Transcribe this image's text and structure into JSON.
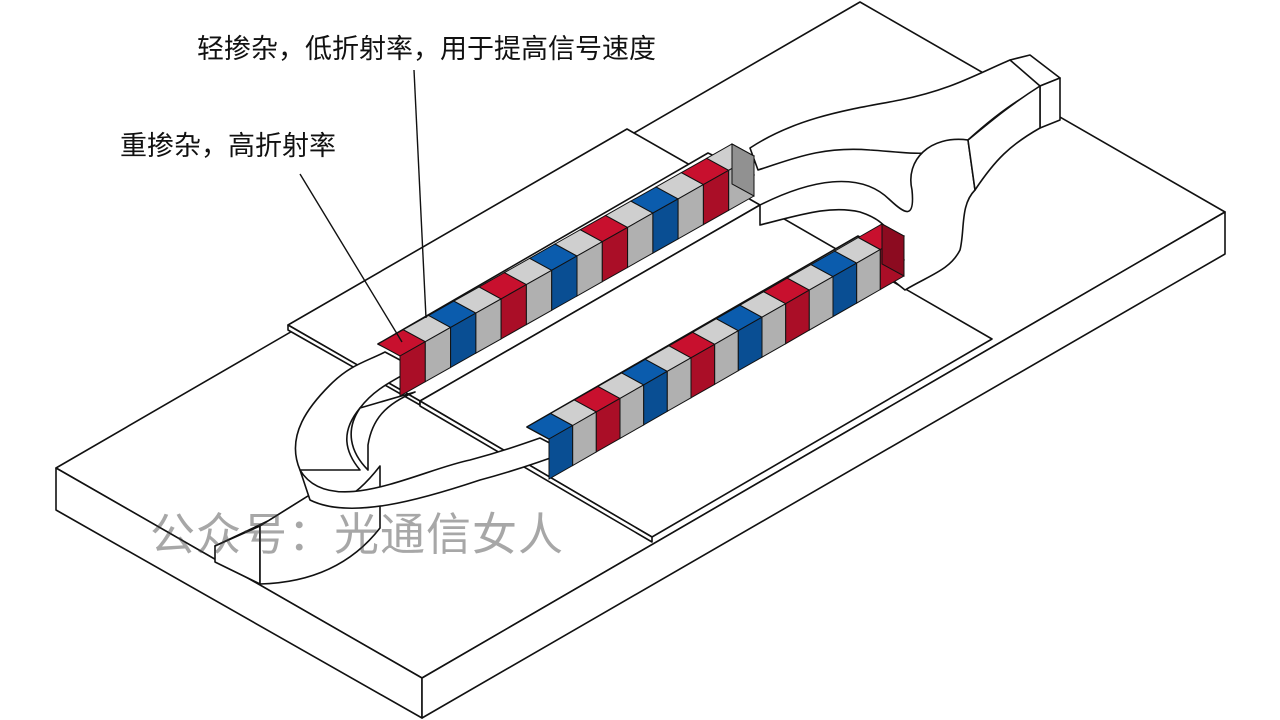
{
  "labels": {
    "light_doping": "轻掺杂，低折射率，用于提高信号速度",
    "heavy_doping": "重掺杂，高折射率"
  },
  "watermark": "公众号：光通信女人",
  "colors": {
    "heavy_doped": "#c8102e",
    "light_doped": "#0b5cad",
    "undoped": "#cfcfcf",
    "outline": "#111111",
    "surface": "#ffffff"
  },
  "arms": {
    "top": {
      "pattern": [
        "red",
        "gray",
        "blue",
        "gray"
      ],
      "segments": 14
    },
    "bottom": {
      "pattern": [
        "blue",
        "gray",
        "red",
        "gray"
      ],
      "segments": 15
    }
  }
}
